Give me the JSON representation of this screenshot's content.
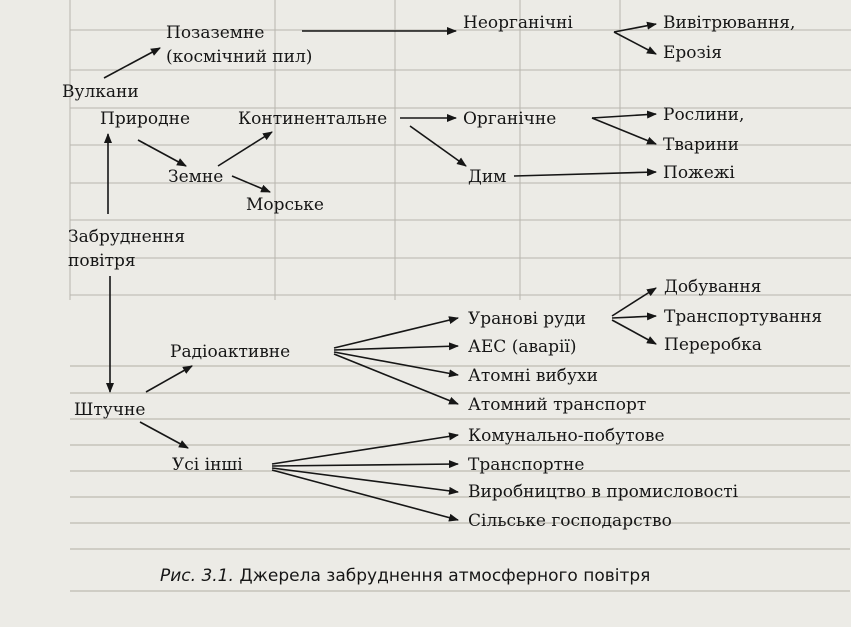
{
  "diagram": {
    "nodes": [
      {
        "id": "vulkany",
        "lines": [
          "Вулкани"
        ]
      },
      {
        "id": "pozazemne",
        "lines": [
          "Позаземне",
          "(космічний пил)"
        ]
      },
      {
        "id": "neorganichni",
        "lines": [
          "Неорганічні"
        ]
      },
      {
        "id": "vyvitryuvannya",
        "lines": [
          "Вивітрювання,"
        ]
      },
      {
        "id": "eroziya",
        "lines": [
          "Ерозія"
        ]
      },
      {
        "id": "pryrodne",
        "lines": [
          "Природне"
        ]
      },
      {
        "id": "kontynentalne",
        "lines": [
          "Континентальне"
        ]
      },
      {
        "id": "organichne",
        "lines": [
          "Органічне"
        ]
      },
      {
        "id": "roslyny",
        "lines": [
          "Рослини,"
        ]
      },
      {
        "id": "tvaryny",
        "lines": [
          "Тварини"
        ]
      },
      {
        "id": "zemne",
        "lines": [
          "Земне"
        ]
      },
      {
        "id": "dym",
        "lines": [
          "Дим"
        ]
      },
      {
        "id": "pozhezhi",
        "lines": [
          "Пожежі"
        ]
      },
      {
        "id": "morske",
        "lines": [
          "Морське"
        ]
      },
      {
        "id": "zabrudnennya",
        "lines": [
          "Забруднення",
          "повітря"
        ]
      },
      {
        "id": "uranovi",
        "lines": [
          "Уранові руди"
        ]
      },
      {
        "id": "dobuvannya",
        "lines": [
          "Добування"
        ]
      },
      {
        "id": "transportuvannya",
        "lines": [
          "Транспортування"
        ]
      },
      {
        "id": "pererobka",
        "lines": [
          "Переробка"
        ]
      },
      {
        "id": "radioaktyvne",
        "lines": [
          "Радіоактивне"
        ]
      },
      {
        "id": "aes",
        "lines": [
          "АЕС (аварії)"
        ]
      },
      {
        "id": "atomni-vybukhy",
        "lines": [
          "Атомні вибухи"
        ]
      },
      {
        "id": "atomnyi-transport",
        "lines": [
          "Атомний транспорт"
        ]
      },
      {
        "id": "shtuchne",
        "lines": [
          "Штучне"
        ]
      },
      {
        "id": "komunalno",
        "lines": [
          "Комунально-побутове"
        ]
      },
      {
        "id": "usi-inshi",
        "lines": [
          "Усі інші"
        ]
      },
      {
        "id": "transportne",
        "lines": [
          "Транспортне"
        ]
      },
      {
        "id": "vyrobnytstvo",
        "lines": [
          "Виробництво в промисловості"
        ]
      },
      {
        "id": "silske",
        "lines": [
          "Сільське господарство"
        ]
      }
    ],
    "edges": [
      {
        "from": "zabrudnennya",
        "to": "pryrodne"
      },
      {
        "from": "zabrudnennya",
        "to": "shtuchne"
      },
      {
        "from": "vulkany",
        "to": "pozazemne"
      },
      {
        "from": "pozazemne",
        "to": "neorganichni"
      },
      {
        "from": "neorganichni",
        "to": "vyvitryuvannya"
      },
      {
        "from": "neorganichni",
        "to": "eroziya"
      },
      {
        "from": "pryrodne",
        "to": "zemne"
      },
      {
        "from": "zemne",
        "to": "kontynentalne"
      },
      {
        "from": "zemne",
        "to": "morske"
      },
      {
        "from": "kontynentalne",
        "to": "organichne"
      },
      {
        "from": "kontynentalne",
        "to": "dym"
      },
      {
        "from": "organichne",
        "to": "roslyny"
      },
      {
        "from": "organichne",
        "to": "tvaryny"
      },
      {
        "from": "dym",
        "to": "pozhezhi"
      },
      {
        "from": "shtuchne",
        "to": "radioaktyvne"
      },
      {
        "from": "shtuchne",
        "to": "usi-inshi"
      },
      {
        "from": "radioaktyvne",
        "to": "uranovi"
      },
      {
        "from": "radioaktyvne",
        "to": "aes"
      },
      {
        "from": "radioaktyvne",
        "to": "atomni-vybukhy"
      },
      {
        "from": "radioaktyvne",
        "to": "atomnyi-transport"
      },
      {
        "from": "uranovi",
        "to": "dobuvannya"
      },
      {
        "from": "uranovi",
        "to": "transportuvannya"
      },
      {
        "from": "uranovi",
        "to": "pererobka"
      },
      {
        "from": "usi-inshi",
        "to": "komunalno"
      },
      {
        "from": "usi-inshi",
        "to": "transportne"
      },
      {
        "from": "usi-inshi",
        "to": "vyrobnytstvo"
      },
      {
        "from": "usi-inshi",
        "to": "silske"
      }
    ]
  },
  "caption": {
    "number": "Рис. 3.1.",
    "text": "Джерела забруднення атмосферного повітря"
  },
  "colors": {
    "ink": "#161616",
    "paper": "#ecebe6"
  }
}
